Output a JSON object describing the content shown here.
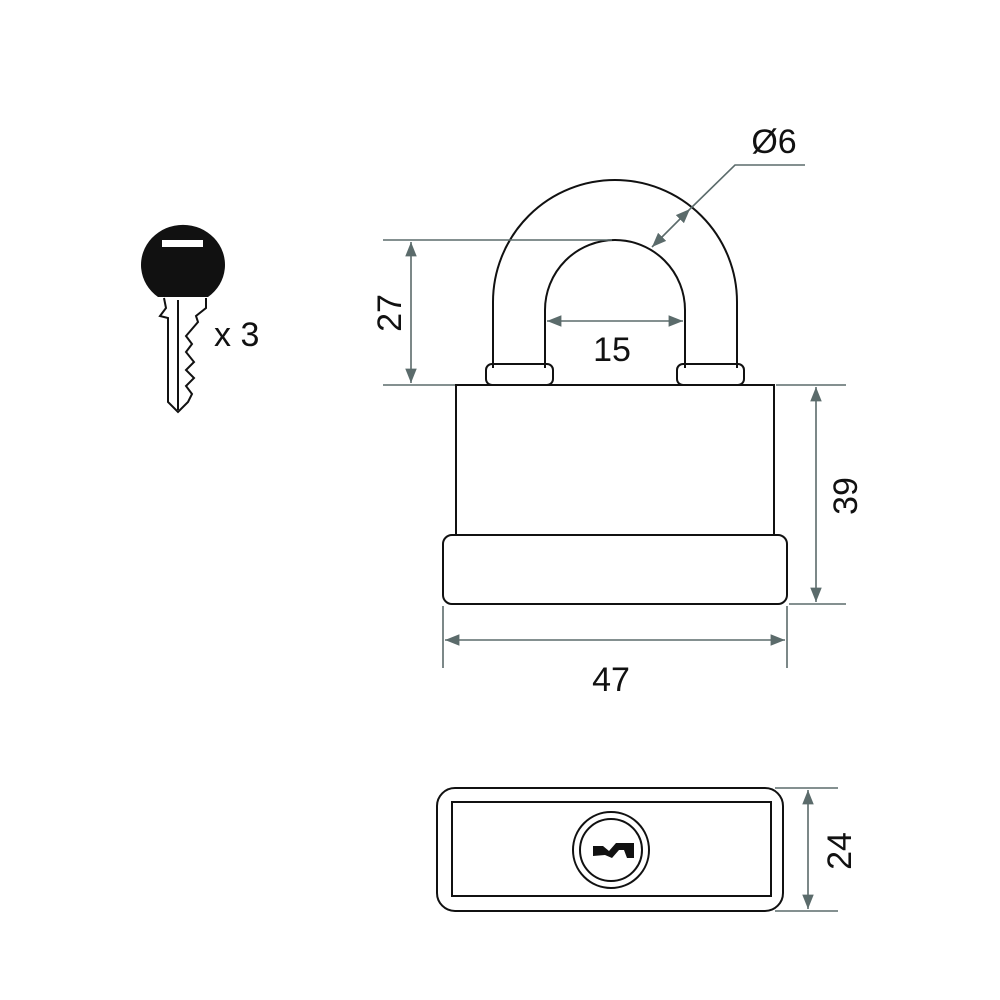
{
  "key": {
    "quantity_label": "x 3"
  },
  "dimensions": {
    "shackle_height": "27",
    "shackle_inner_width": "15",
    "shackle_diameter": "Ø6",
    "body_height": "39",
    "body_width": "47",
    "body_depth": "24"
  },
  "colors": {
    "line": "#111111",
    "dimension": "#5b6b6b"
  }
}
